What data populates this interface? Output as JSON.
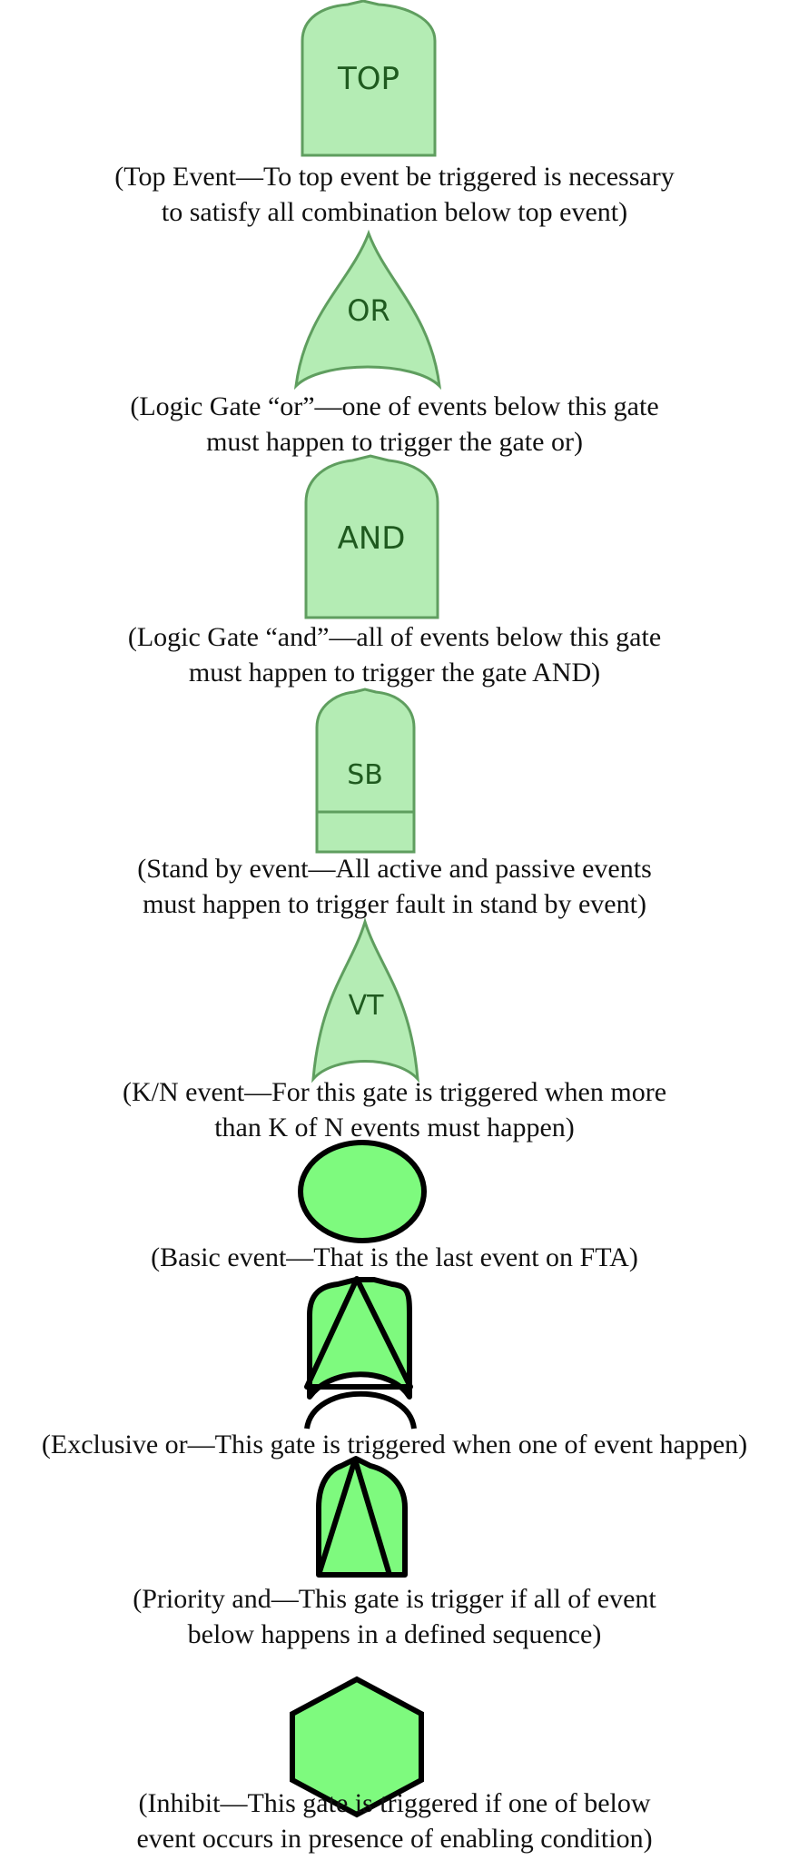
{
  "colors": {
    "pale_fill": "#b4ecb4",
    "pale_stroke": "#5f9e5f",
    "gate_text": "#1f5a1f",
    "bright_fill": "#7efa7e",
    "bright_stroke": "#000000",
    "caption": "#111111"
  },
  "symbols": [
    {
      "icon": "top-event-icon",
      "text": "TOP",
      "caption": [
        "(Top Event—To top event be triggered is necessary",
        "to satisfy all combination below top event)"
      ]
    },
    {
      "icon": "or-gate-icon",
      "text": "OR",
      "caption": [
        "(Logic Gate “or”—one of events below this gate",
        "must happen to trigger the gate or)"
      ]
    },
    {
      "icon": "and-gate-icon",
      "text": "AND",
      "caption": [
        "(Logic Gate “and”—all of events below this gate",
        "must happen to trigger the gate AND)"
      ]
    },
    {
      "icon": "standby-event-icon",
      "text": "SB",
      "caption": [
        "(Stand by event—All active and passive events",
        "must happen to trigger fault in stand by event)"
      ]
    },
    {
      "icon": "kn-gate-icon",
      "text": "VT",
      "caption": [
        "(K/N event—For this gate is triggered when more",
        "than K of N events must happen)"
      ]
    },
    {
      "icon": "basic-event-icon",
      "text": "",
      "caption": [
        "(Basic event—That is the last event on FTA)"
      ]
    },
    {
      "icon": "exclusive-or-gate-icon",
      "text": "",
      "caption": [
        "(Exclusive or—This gate is triggered when one of event happen)"
      ]
    },
    {
      "icon": "priority-and-gate-icon",
      "text": "",
      "caption": [
        "(Priority and—This gate is trigger if all of event",
        "below happens in a defined sequence)"
      ]
    },
    {
      "icon": "inhibit-gate-icon",
      "text": "",
      "caption": [
        "(Inhibit—This gate is triggered if one of below",
        "event occurs in presence of enabling condition)"
      ]
    }
  ]
}
